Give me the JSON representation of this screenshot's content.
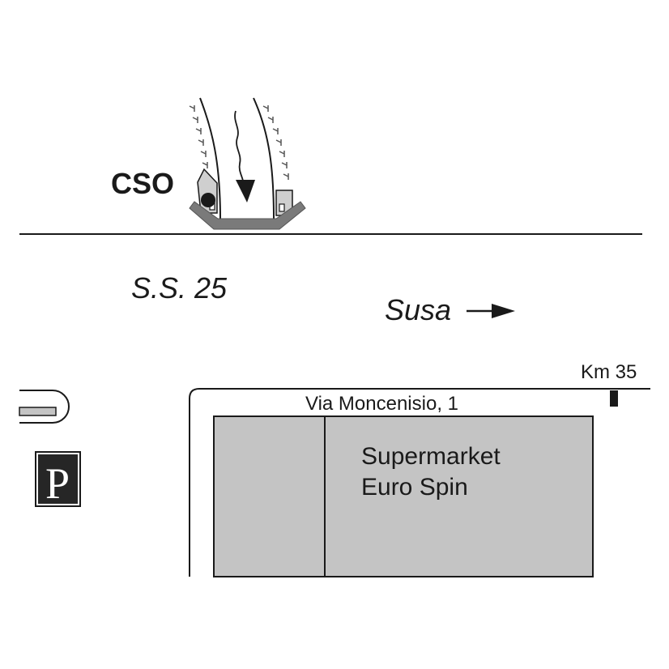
{
  "map": {
    "cso_label": "CSO",
    "road_label": "S.S. 25",
    "direction_label": "Susa",
    "km_label": "Km 35",
    "street_label": "Via Moncenisio, 1",
    "supermarket_line1": "Supermarket",
    "supermarket_line2": "Euro Spin",
    "parking_label": "P"
  },
  "colors": {
    "ink": "#1a1a1a",
    "building_fill": "#c4c4c4",
    "channel_fill": "#cfcfcf",
    "weir_fill": "#7a7a7a",
    "parking_bg": "#262626",
    "parking_text": "#ffffff"
  },
  "icons": {
    "cso_outfall": "outfall-marker-icon",
    "flow_direction": "flow-arrow-icon",
    "direction": "arrow-right-icon",
    "parking": "parking-icon",
    "km_marker": "km-post-icon"
  }
}
